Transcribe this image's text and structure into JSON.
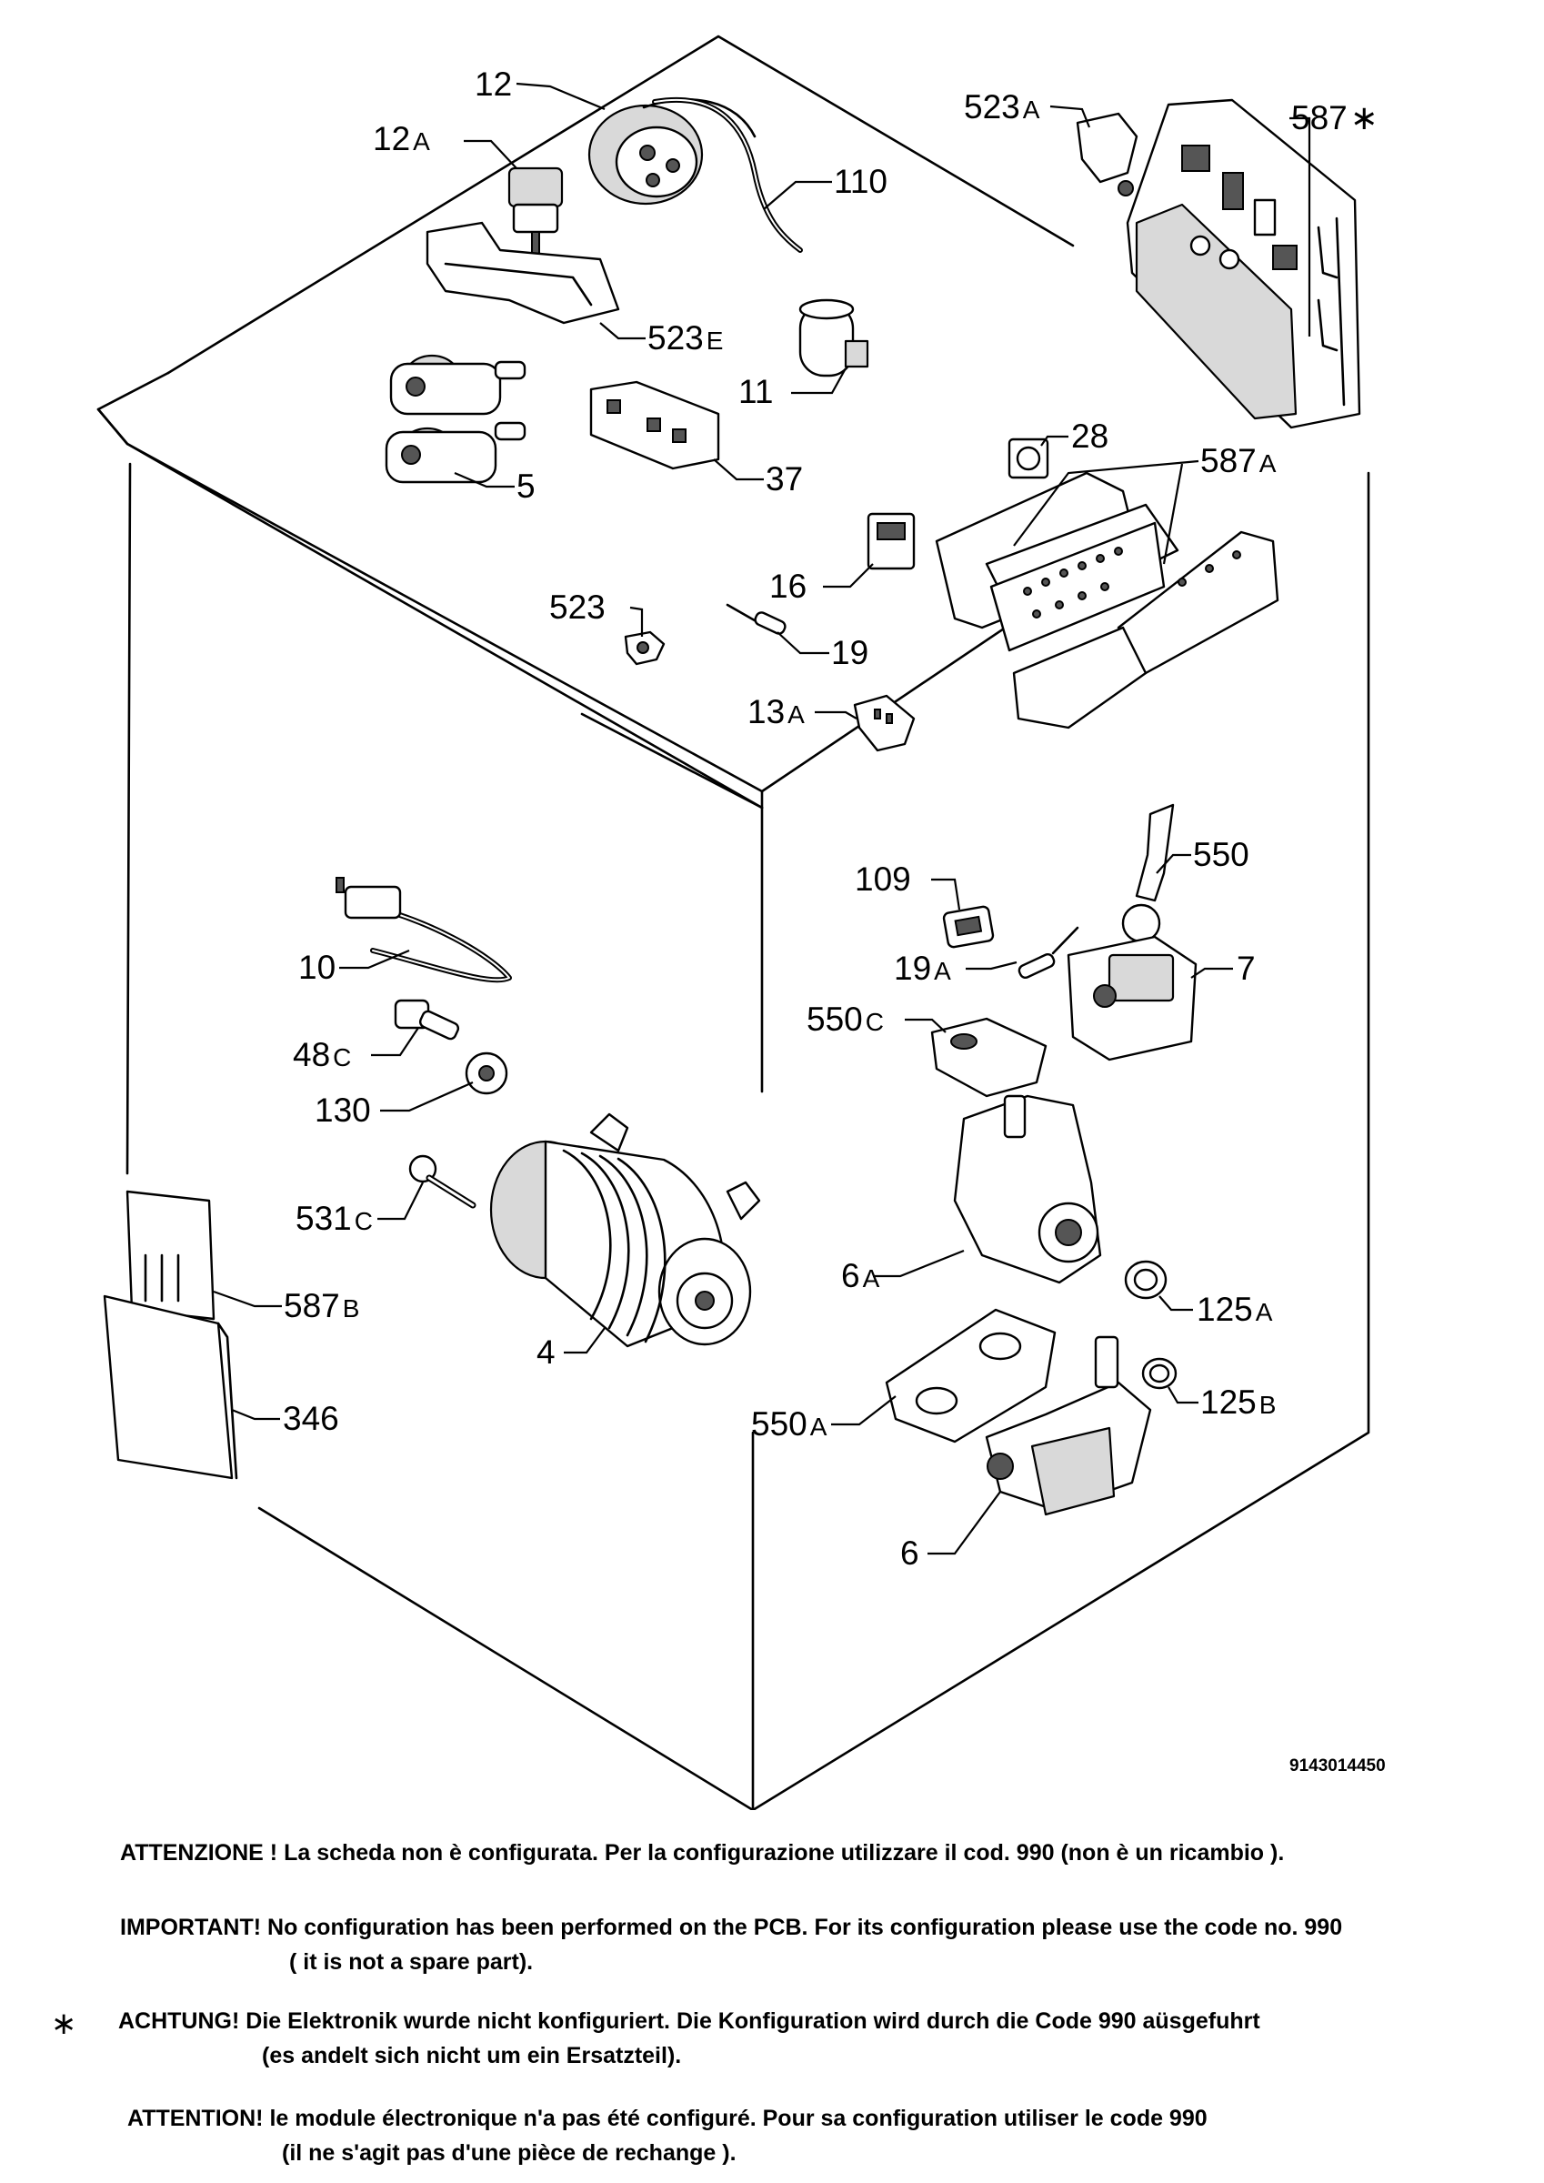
{
  "document_id": "9143014450",
  "callouts": [
    {
      "name": "12",
      "number": "12",
      "suffix": ""
    },
    {
      "name": "12a",
      "number": "12",
      "suffix": "A"
    },
    {
      "name": "110",
      "number": "110",
      "suffix": ""
    },
    {
      "name": "523e",
      "number": "523",
      "suffix": "E"
    },
    {
      "name": "11",
      "number": "11",
      "suffix": ""
    },
    {
      "name": "5",
      "number": "5",
      "suffix": ""
    },
    {
      "name": "37",
      "number": "37",
      "suffix": ""
    },
    {
      "name": "523a",
      "number": "523",
      "suffix": "A"
    },
    {
      "name": "587star",
      "number": "587",
      "suffix": "∗"
    },
    {
      "name": "28",
      "number": "28",
      "suffix": ""
    },
    {
      "name": "587a",
      "number": "587",
      "suffix": "A"
    },
    {
      "name": "16",
      "number": "16",
      "suffix": ""
    },
    {
      "name": "523",
      "number": "523",
      "suffix": ""
    },
    {
      "name": "19",
      "number": "19",
      "suffix": ""
    },
    {
      "name": "13a",
      "number": "13",
      "suffix": "A"
    },
    {
      "name": "109",
      "number": "109",
      "suffix": ""
    },
    {
      "name": "550",
      "number": "550",
      "suffix": ""
    },
    {
      "name": "19a",
      "number": "19",
      "suffix": "A"
    },
    {
      "name": "7",
      "number": "7",
      "suffix": ""
    },
    {
      "name": "550c",
      "number": "550",
      "suffix": "C"
    },
    {
      "name": "10",
      "number": "10",
      "suffix": ""
    },
    {
      "name": "48c",
      "number": "48",
      "suffix": "C"
    },
    {
      "name": "130",
      "number": "130",
      "suffix": ""
    },
    {
      "name": "531c",
      "number": "531",
      "suffix": "C"
    },
    {
      "name": "587b",
      "number": "587",
      "suffix": "B"
    },
    {
      "name": "346",
      "number": "346",
      "suffix": ""
    },
    {
      "name": "4",
      "number": "4",
      "suffix": ""
    },
    {
      "name": "6a",
      "number": "6",
      "suffix": "A"
    },
    {
      "name": "125a",
      "number": "125",
      "suffix": "A"
    },
    {
      "name": "125b",
      "number": "125",
      "suffix": "B"
    },
    {
      "name": "550a",
      "number": "550",
      "suffix": "A"
    },
    {
      "name": "6",
      "number": "6",
      "suffix": ""
    }
  ],
  "notes": {
    "italian": "ATTENZIONE ! La scheda non è  configurata. Per la configurazione utilizzare il cod. 990 (non è un ricambio ).",
    "english_1": "IMPORTANT! No configuration has been performed on the PCB. For its configuration please use the code no. 990",
    "english_2": "( it is not a spare part).",
    "star_mark": "∗",
    "german_1": "ACHTUNG! Die Elektronik wurde nicht konfiguriert. Die Konfiguration wird durch die Code 990 aüsgefuhrt",
    "german_2": "(es andelt sich nicht um ein Ersatzteil).",
    "french_1": "ATTENTION! le module électronique n'a pas été configuré. Pour  sa configuration utiliser le code 990",
    "french_2": "(il ne s'agit pas d'une pièce de rechange )."
  }
}
